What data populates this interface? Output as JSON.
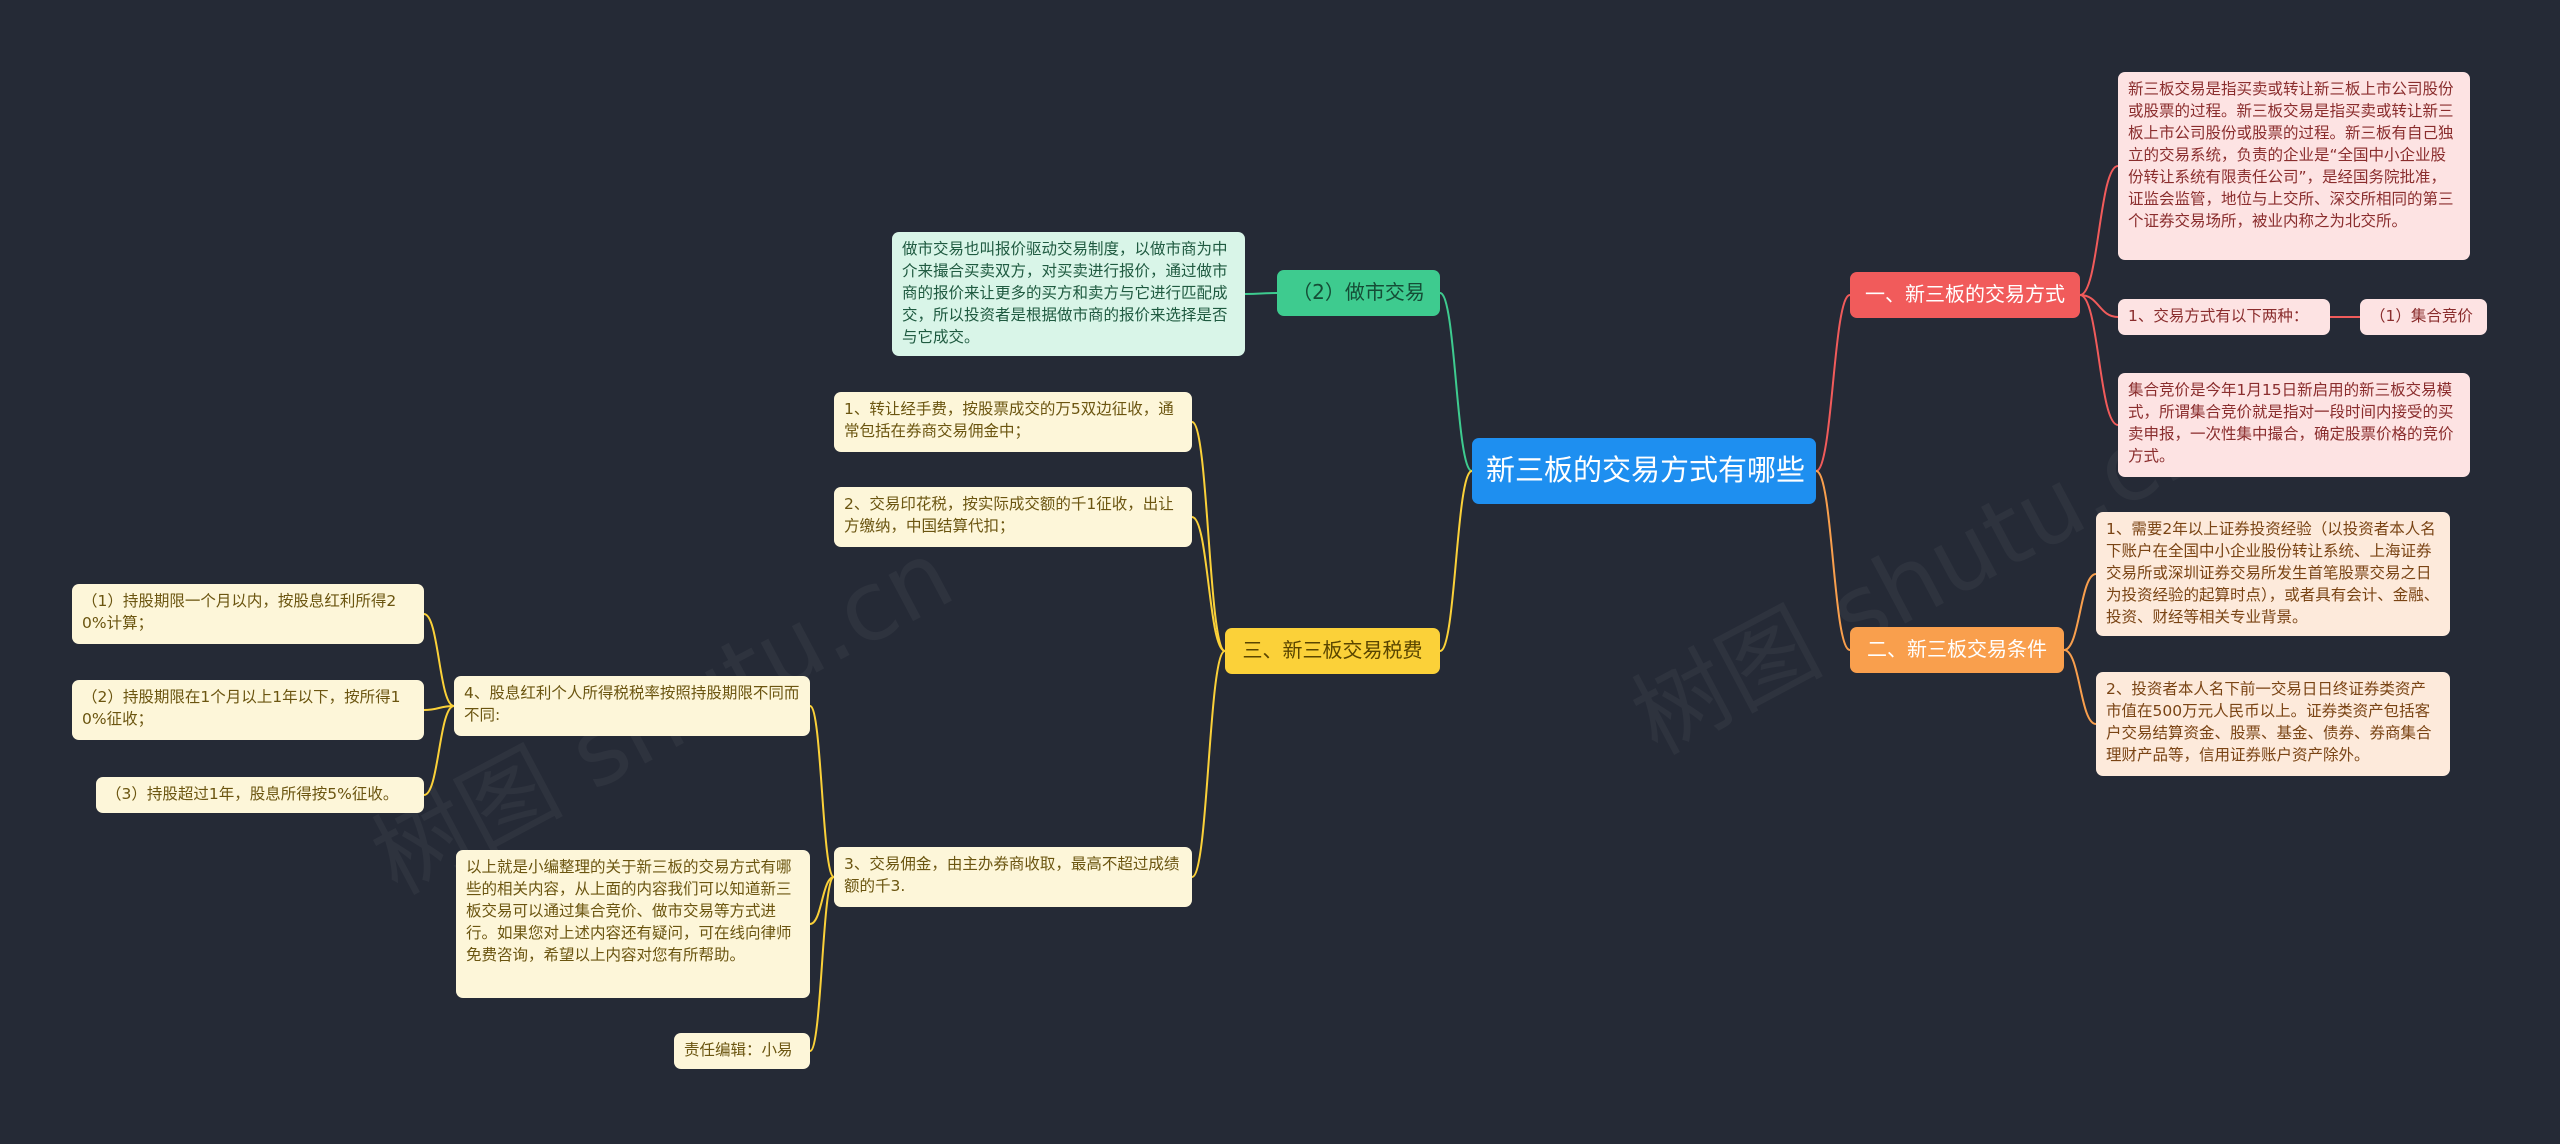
{
  "center": "新三板的交易方式有哪些",
  "branches": {
    "maker": "（2）做市交易",
    "way": "一、新三板的交易方式",
    "cond": "二、新三板交易条件",
    "tax": "三、新三板交易税费"
  },
  "leaves": {
    "maker_desc": "做市交易也叫报价驱动交易制度，以做市商为中介来撮合买卖双方，对买卖进行报价，通过做市商的报价来让更多的买方和卖方与它进行匹配成交，所以投资者是根据做市商的报价来选择是否与它成交。",
    "way_desc": "新三板交易是指买卖或转让新三板上市公司股份或股票的过程。新三板交易是指买卖或转让新三板上市公司股份或股票的过程。新三板有自己独立的交易系统，负责的企业是“全国中小企业股份转让系统有限责任公司”，是经国务院批准，证监会监管，地位与上交所、深交所相同的第三个证券交易场所，被业内称之为北交所。",
    "way_two": "1、交易方式有以下两种：",
    "way_auction": "（1）集合竞价",
    "way_auction_desc": "集合竞价是今年1月15日新启用的新三板交易模式，所谓集合竞价就是指对一段时间内接受的买卖申报，一次性集中撮合，确定股票价格的竞价方式。",
    "cond_1": "1、需要2年以上证券投资经验（以投资者本人名下账户在全国中小企业股份转让系统、上海证券交易所或深圳证券交易所发生首笔股票交易之日为投资经验的起算时点），或者具有会计、金融、投资、财经等相关专业背景。",
    "cond_2": "2、投资者本人名下前一交易日日终证券类资产市值在500万元人民币以上。证券类资产包括客户交易结算资金、股票、基金、债券、券商集合理财产品等，信用证券账户资产除外。",
    "tax_1": "1、转让经手费，按股票成交的万5双边征收，通常包括在券商交易佣金中；",
    "tax_2": "2、交易印花税，按实际成交额的千1征收，出让方缴纳，中国结算代扣；",
    "tax_3": "3、交易佣金，由主办券商收取，最高不超过成绩额的千3.",
    "tax_4": "4、股息红利个人所得税税率按照持股期限不同而不同:",
    "tax_4_a": "（1）持股期限一个月以内，按股息红利所得20%计算；",
    "tax_4_b": "（2）持股期限在1个月以上1年以下，按所得10%征收；",
    "tax_4_c": "（3）持股超过1年，股息所得按5%征收。",
    "summary": "以上就是小编整理的关于新三板的交易方式有哪些的相关内容，从上面的内容我们可以知道新三板交易可以通过集合竞价、做市交易等方式进行。如果您对上述内容还有疑问，可在线向律师免费咨询，希望以上内容对您有所帮助。",
    "editor": "责任编辑：小易"
  },
  "watermark": "树图 shutu.cn",
  "colors": {
    "background": "#252a36",
    "center": "#1e8ff0",
    "green": "#3ecb8f",
    "red": "#f15b5b",
    "orange": "#f99f4d",
    "yellow": "#fbd139"
  }
}
